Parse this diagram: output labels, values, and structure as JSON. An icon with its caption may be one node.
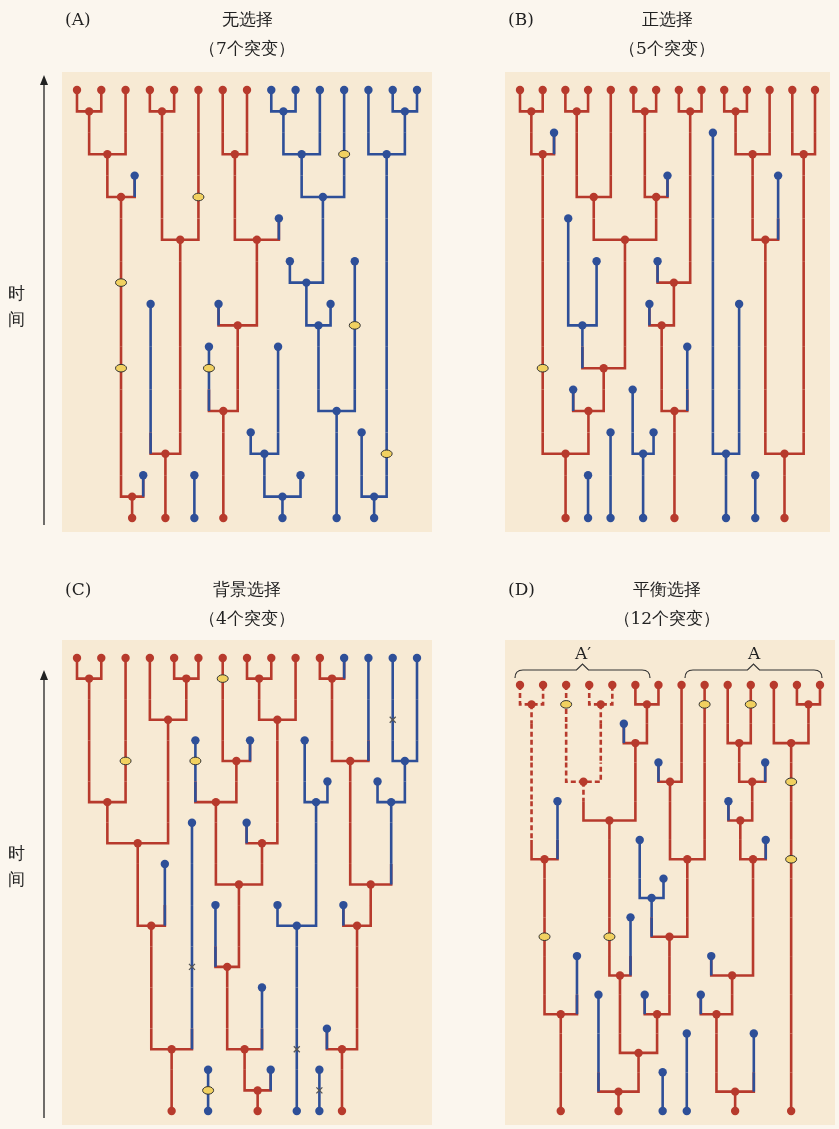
{
  "diagram": {
    "labels": [
      "(A)",
      "无选择",
      "（7个突变）",
      "时间",
      "(B)",
      "正选择",
      "（5个突变）",
      "(C)",
      "背景选择",
      "（4个突变）",
      "时间",
      "(D)",
      "平衡选择",
      "（12个突变）",
      "A′",
      "A"
    ]
  }
}
